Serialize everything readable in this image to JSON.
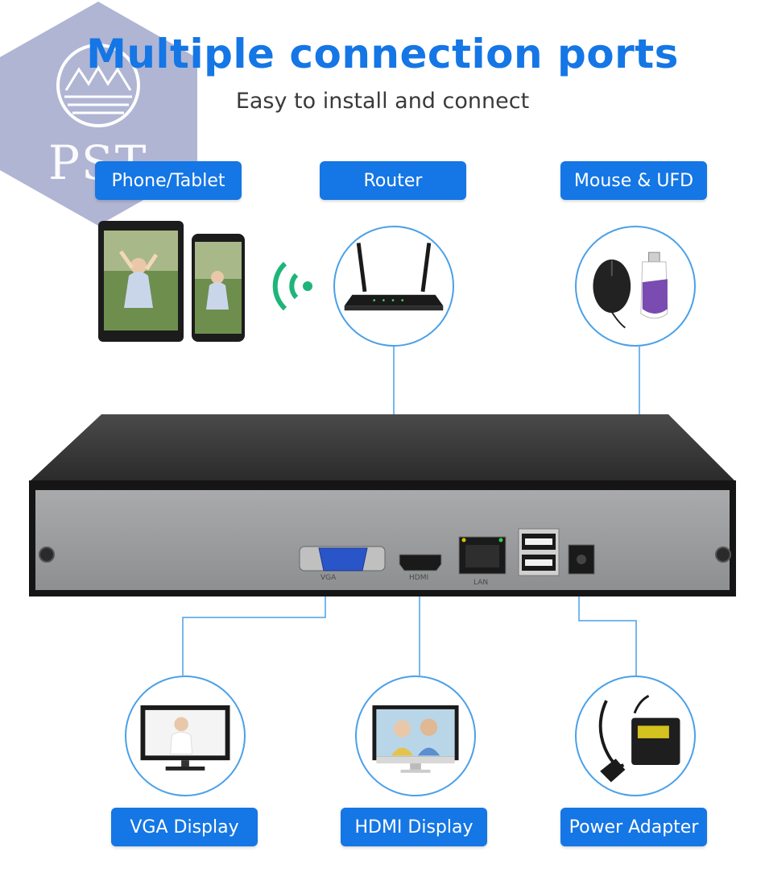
{
  "header": {
    "title": "Multiple connection ports",
    "subtitle": "Easy to install and connect"
  },
  "watermark": {
    "text": "PST"
  },
  "devices": {
    "phone_tablet": "Phone/Tablet",
    "router": "Router",
    "mouse_ufd": "Mouse & UFD",
    "vga_display": "VGA Display",
    "hdmi_display": "HDMI Display",
    "power_adapter": "Power Adapter"
  },
  "ports": {
    "vga": "VGA",
    "hdmi": "HDMI",
    "lan": "LAN"
  },
  "colors": {
    "accent": "#1576e5",
    "connector_line": "#4aa0e8",
    "wifi": "#1fb57a"
  }
}
